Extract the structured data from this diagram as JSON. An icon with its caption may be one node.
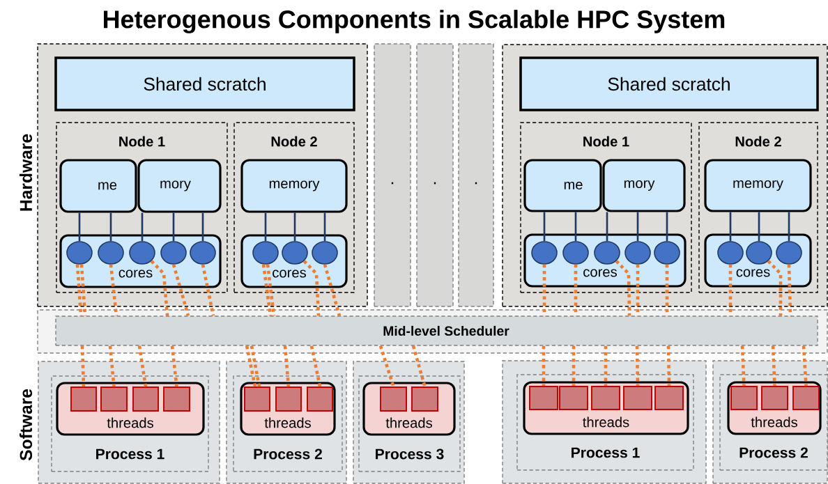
{
  "diagram": {
    "title": "Heterogenous Components in Scalable HPC System",
    "nodes": [
      {
        "text": [],
        "shape": "box"
      },
      {
        "text": [
          "Shared scratch"
        ],
        "in": 0
      },
      {
        "text": [
          "Node 1"
        ],
        "in": 0
      },
      {
        "text": [
          "me"
        ],
        "in": 2
      },
      {
        "text": [
          "mory"
        ],
        "in": 2
      },
      {
        "text": [
          "cores"
        ],
        "in": 2
      },
      {
        "text": [],
        "shape": "circle",
        "in": 5
      },
      {
        "text": [],
        "shape": "circle",
        "in": 5
      },
      {
        "text": [],
        "shape": "circle",
        "in": 5
      },
      {
        "text": [],
        "shape": "circle",
        "in": 5
      },
      {
        "text": [],
        "shape": "circle",
        "in": 5
      },
      {
        "text": [
          "Node 2"
        ],
        "in": 0
      },
      {
        "text": [
          "memory"
        ],
        "in": 11
      },
      {
        "text": [
          "cores"
        ],
        "in": 11
      },
      {
        "text": [],
        "shape": "circle",
        "in": 13
      },
      {
        "text": [],
        "shape": "circle",
        "in": 13
      },
      {
        "text": [],
        "shape": "circle",
        "in": 13
      },
      {
        "text": [
          "."
        ]
      },
      {
        "text": [
          "."
        ]
      },
      {
        "text": [
          "."
        ]
      },
      {
        "text": [],
        "shape": "box"
      },
      {
        "text": [
          "Shared scratch"
        ],
        "in": 20
      },
      {
        "text": [
          "Node 1"
        ],
        "in": 20
      },
      {
        "text": [
          "me"
        ],
        "in": 22
      },
      {
        "text": [
          "mory"
        ],
        "in": 22
      },
      {
        "text": [
          "cores"
        ],
        "in": 22
      },
      {
        "text": [],
        "shape": "circle",
        "in": 25
      },
      {
        "text": [],
        "shape": "circle",
        "in": 25
      },
      {
        "text": [],
        "shape": "circle",
        "in": 25
      },
      {
        "text": [],
        "shape": "circle",
        "in": 25
      },
      {
        "text": [],
        "shape": "circle",
        "in": 25
      },
      {
        "text": [
          "Node 2"
        ],
        "in": 20
      },
      {
        "text": [
          "memory"
        ],
        "in": 31
      },
      {
        "text": [
          "cores"
        ],
        "in": 31
      },
      {
        "text": [],
        "shape": "circle",
        "in": 33
      },
      {
        "text": [],
        "shape": "circle",
        "in": 33
      },
      {
        "text": [],
        "shape": "circle",
        "in": 33
      },
      {
        "text": [],
        "shape": "box"
      },
      {
        "text": [
          "Mid-level Scheduler"
        ],
        "in": 37
      },
      {
        "text": [],
        "shape": "box"
      },
      {
        "text": [
          "Process 1"
        ],
        "in": 39
      },
      {
        "text": [
          "threads"
        ],
        "in": 40
      },
      {
        "text": [],
        "shape": "box",
        "in": 41
      },
      {
        "text": [],
        "shape": "box",
        "in": 41
      },
      {
        "text": [],
        "shape": "box",
        "in": 41
      },
      {
        "text": [],
        "shape": "box",
        "in": 41
      },
      {
        "text": [],
        "shape": "box"
      },
      {
        "text": [
          "Process 2"
        ],
        "in": 46
      },
      {
        "text": [
          "threads"
        ],
        "in": 47
      },
      {
        "text": [],
        "shape": "box",
        "in": 48
      },
      {
        "text": [],
        "shape": "box",
        "in": 48
      },
      {
        "text": [],
        "shape": "box",
        "in": 48
      },
      {
        "text": [],
        "shape": "box"
      },
      {
        "text": [
          "Process 3"
        ],
        "in": 52
      },
      {
        "text": [
          "threads"
        ],
        "in": 53
      },
      {
        "text": [],
        "shape": "box",
        "in": 54
      },
      {
        "text": [],
        "shape": "box",
        "in": 54
      },
      {
        "text": [],
        "shape": "box"
      },
      {
        "text": [
          "Process 1"
        ],
        "in": 57
      },
      {
        "text": [
          "threads"
        ],
        "in": 58
      },
      {
        "text": [],
        "shape": "box",
        "in": 59
      },
      {
        "text": [],
        "shape": "box",
        "in": 59
      },
      {
        "text": [],
        "shape": "box",
        "in": 59
      },
      {
        "text": [],
        "shape": "box",
        "in": 59
      },
      {
        "text": [],
        "shape": "box",
        "in": 59
      },
      {
        "text": [],
        "shape": "box"
      },
      {
        "text": [
          "Process 2"
        ],
        "in": 65
      },
      {
        "text": [
          "threads"
        ],
        "in": 66
      },
      {
        "text": [],
        "shape": "box",
        "in": 67
      },
      {
        "text": [],
        "shape": "box",
        "in": 67
      },
      {
        "text": [],
        "shape": "box",
        "in": 67
      }
    ],
    "edges": [
      {
        "from": 3,
        "to": 6,
        "arrow": "none",
        "color": "#1f3864"
      },
      {
        "from": 3,
        "to": 7,
        "arrow": "none",
        "color": "#1f3864"
      },
      {
        "from": 4,
        "to": 8,
        "arrow": "none",
        "color": "#1f3864"
      },
      {
        "from": 4,
        "to": 9,
        "arrow": "none",
        "color": "#1f3864"
      },
      {
        "from": 4,
        "to": 10,
        "arrow": "none",
        "color": "#1f3864"
      },
      {
        "from": 12,
        "to": 14,
        "arrow": "none",
        "color": "#1f3864"
      },
      {
        "from": 12,
        "to": 15,
        "arrow": "none",
        "color": "#1f3864"
      },
      {
        "from": 12,
        "to": 16,
        "arrow": "none",
        "color": "#1f3864"
      },
      {
        "from": 23,
        "to": 26,
        "arrow": "none",
        "color": "#1f3864"
      },
      {
        "from": 23,
        "to": 27,
        "arrow": "none",
        "color": "#1f3864"
      },
      {
        "from": 24,
        "to": 28,
        "arrow": "none",
        "color": "#1f3864"
      },
      {
        "from": 24,
        "to": 29,
        "arrow": "none",
        "color": "#1f3864"
      },
      {
        "from": 24,
        "to": 30,
        "arrow": "none",
        "color": "#1f3864"
      },
      {
        "from": 32,
        "to": 34,
        "arrow": "none",
        "color": "#1f3864"
      },
      {
        "from": 32,
        "to": 35,
        "arrow": "none",
        "color": "#1f3864"
      },
      {
        "from": 32,
        "to": 36,
        "arrow": "none",
        "color": "#1f3864"
      },
      {
        "from": 6,
        "to": 38,
        "arrow": "none",
        "style": "dashed"
      },
      {
        "from": 6,
        "to": 38,
        "arrow": "none",
        "style": "dashed"
      },
      {
        "from": 7,
        "to": 38,
        "arrow": "none",
        "style": "dashed"
      },
      {
        "from": 8,
        "to": 38,
        "arrow": "none",
        "style": "dashed"
      },
      {
        "from": 9,
        "to": 38,
        "arrow": "none",
        "style": "dashed"
      },
      {
        "from": 10,
        "to": 38,
        "arrow": "none",
        "style": "dashed"
      },
      {
        "from": 14,
        "to": 38,
        "arrow": "none",
        "style": "dashed"
      },
      {
        "from": 14,
        "to": 38,
        "arrow": "none",
        "style": "dashed"
      },
      {
        "from": 15,
        "to": 38,
        "arrow": "none",
        "style": "dashed"
      },
      {
        "from": 16,
        "to": 38,
        "arrow": "none",
        "style": "dashed"
      },
      {
        "from": 26,
        "to": 38,
        "arrow": "none",
        "style": "dashed"
      },
      {
        "from": 27,
        "to": 38,
        "arrow": "none",
        "style": "dashed"
      },
      {
        "from": 28,
        "to": 38,
        "arrow": "none",
        "style": "dashed"
      },
      {
        "from": 29,
        "to": 38,
        "arrow": "none",
        "style": "dashed"
      },
      {
        "from": 30,
        "to": 38,
        "arrow": "none",
        "style": "dashed"
      },
      {
        "from": 34,
        "to": 38,
        "arrow": "none",
        "style": "dashed"
      },
      {
        "from": 35,
        "to": 38,
        "arrow": "none",
        "style": "dashed"
      },
      {
        "from": 36,
        "to": 38,
        "arrow": "none",
        "style": "dashed"
      },
      {
        "from": 38,
        "to": 42,
        "arrow": "none",
        "style": "dashed"
      },
      {
        "from": 38,
        "to": 43,
        "arrow": "none",
        "style": "dashed"
      },
      {
        "from": 38,
        "to": 44,
        "arrow": "none",
        "style": "dashed"
      },
      {
        "from": 38,
        "to": 45,
        "arrow": "none",
        "style": "dashed"
      },
      {
        "from": 38,
        "to": 49,
        "arrow": "none",
        "style": "dashed"
      },
      {
        "from": 38,
        "to": 49,
        "arrow": "none",
        "style": "dashed"
      },
      {
        "from": 38,
        "to": 50,
        "arrow": "none",
        "style": "dashed"
      },
      {
        "from": 38,
        "to": 51,
        "arrow": "none",
        "style": "dashed"
      },
      {
        "from": 38,
        "to": 55,
        "arrow": "none",
        "style": "dashed"
      },
      {
        "from": 38,
        "to": 56,
        "arrow": "none",
        "style": "dashed"
      },
      {
        "from": 38,
        "to": 60,
        "arrow": "none",
        "style": "dashed"
      },
      {
        "from": 38,
        "to": 61,
        "arrow": "none",
        "style": "dashed"
      },
      {
        "from": 38,
        "to": 62,
        "arrow": "none",
        "style": "dashed"
      },
      {
        "from": 38,
        "to": 63,
        "arrow": "none",
        "style": "dashed"
      },
      {
        "from": 38,
        "to": 64,
        "arrow": "none",
        "style": "dashed"
      },
      {
        "from": 38,
        "to": 68,
        "arrow": "none",
        "style": "dashed"
      },
      {
        "from": 38,
        "to": 69,
        "arrow": "none",
        "style": "dashed"
      },
      {
        "from": 38,
        "to": 70,
        "arrow": "none",
        "style": "dashed"
      }
    ],
    "labels": [
      "Hardware",
      "Software"
    ]
  }
}
